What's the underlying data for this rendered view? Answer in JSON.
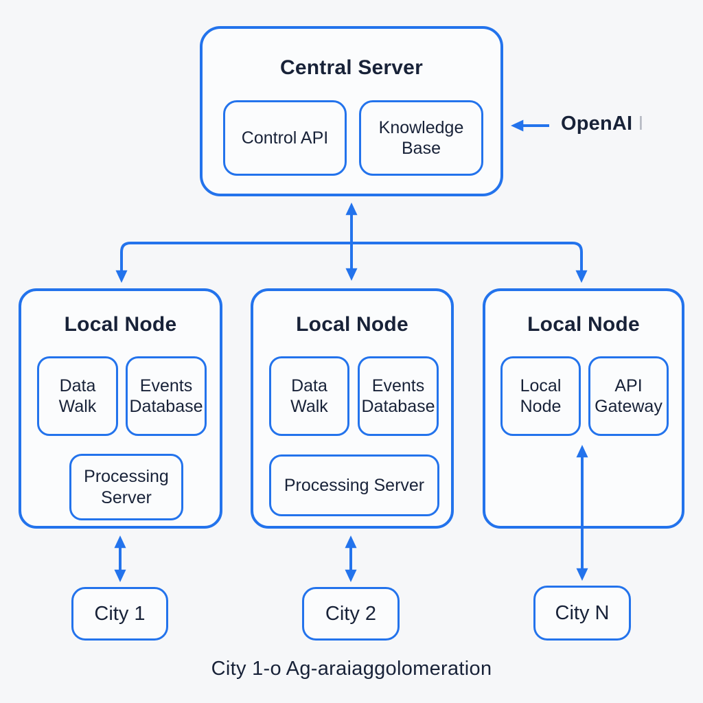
{
  "colors": {
    "accent_blue": "#2373ec",
    "text_dark": "#182238",
    "ghost_gray": "#b7bbc4",
    "background": "#f6f7f9",
    "box_fill": "#fbfcfd"
  },
  "central_server": {
    "title": "Central Server",
    "children": [
      {
        "label": "Control API"
      },
      {
        "label": "Knowledge Base"
      }
    ]
  },
  "external": {
    "label": "OpenAI",
    "ghost_suffix": "I"
  },
  "local_nodes": [
    {
      "title": "Local Node",
      "children": [
        {
          "label": "Data Walk"
        },
        {
          "label": "Events Database"
        }
      ],
      "processor": "Processing Server",
      "city": "City 1"
    },
    {
      "title": "Local Node",
      "children": [
        {
          "label": "Data Walk"
        },
        {
          "label": "Events Database"
        }
      ],
      "processor": "Processing Server",
      "city": "City 2"
    },
    {
      "title": "Local Node",
      "children": [
        {
          "label": "Local Node"
        },
        {
          "label": "API Gateway"
        }
      ],
      "processor": null,
      "city": "City N"
    }
  ],
  "caption": "City 1-o Ag-araiaggolomeration"
}
